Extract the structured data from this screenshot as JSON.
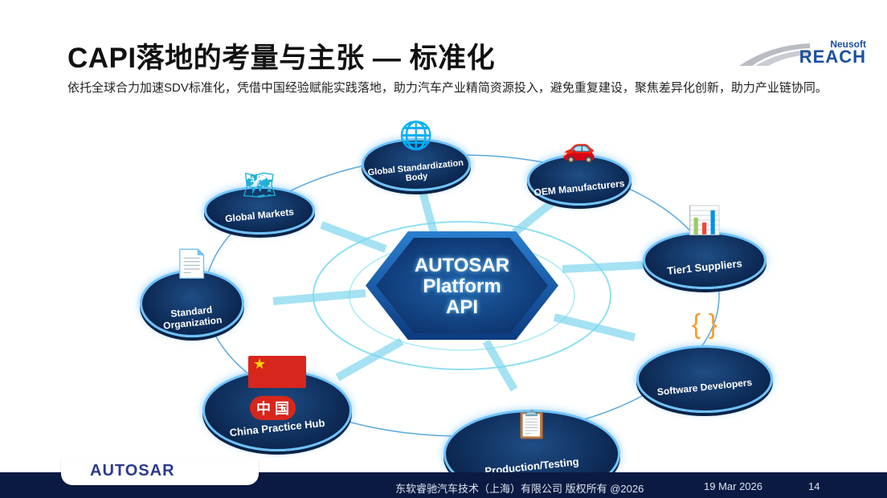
{
  "header": {
    "title": "CAPI落地的考量与主张 — 标准化",
    "subtitle": "依托全球合力加速SDV标准化，凭借中国经验赋能实践落地，助力汽车产业精简资源投入，避免重复建设，聚焦差异化创新，助力产业链协同。"
  },
  "logo": {
    "top": "Neusoft",
    "main": "REACH"
  },
  "diagram": {
    "center": {
      "line1": "AUTOSAR",
      "line2": "Platform",
      "line3": "API"
    },
    "nodes": [
      {
        "label": "Global Standardization Body",
        "icon": "globe-icon"
      },
      {
        "label": "OEM Manufacturers",
        "icon": "car-icon"
      },
      {
        "label": "Tier1 Suppliers",
        "icon": "chart-icon"
      },
      {
        "label": "Software Developers",
        "icon": "code-icon"
      },
      {
        "label": "Production/Testing",
        "icon": "checklist-icon"
      },
      {
        "label": "China Practice Hub",
        "icon": "china-flag-icon",
        "badge": "中 国"
      },
      {
        "label": "Standard Organization",
        "icon": "document-icon"
      },
      {
        "label": "Global Markets",
        "icon": "world-map-icon"
      }
    ]
  },
  "footer": {
    "brand": "AUTOSAR",
    "copyright": "东软睿驰汽车技术（上海）有限公司 版权所有 @2026",
    "date": "19 Mar  2026",
    "page": "14"
  },
  "colors": {
    "navy": "#0b1a42",
    "accent": "#6fc3ff",
    "brand": "#1a4fa0"
  }
}
